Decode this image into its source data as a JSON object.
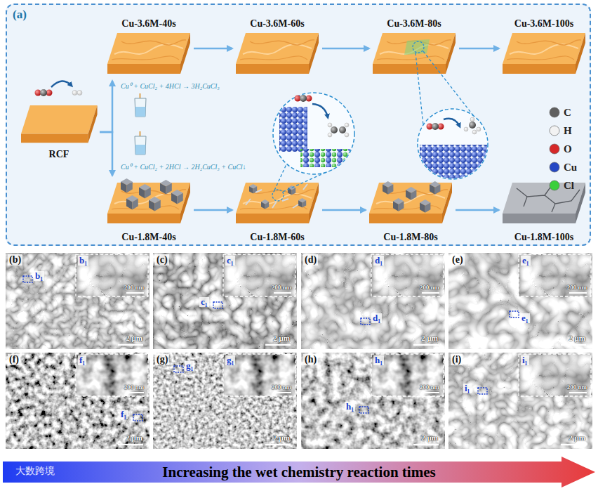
{
  "diagram": {
    "nodes": [
      {
        "text": [
          "(a)"
        ]
      },
      {
        "text": [
          "RCF"
        ],
        "in": 0
      },
      {
        "text": [
          "Cu-3.6M-40s"
        ],
        "in": 0
      },
      {
        "text": [
          "Cu-3.6M-60s"
        ],
        "in": 0
      },
      {
        "text": [
          "Cu-3.6M-80s"
        ],
        "in": 0
      },
      {
        "text": [
          "Cu-3.6M-100s"
        ],
        "in": 0
      },
      {
        "text": [
          "Cu-1.8M-40s"
        ],
        "in": 0
      },
      {
        "text": [
          "Cu-1.8M-60s"
        ],
        "in": 0
      },
      {
        "text": [
          "Cu-1.8M-80s"
        ],
        "in": 0
      },
      {
        "text": [
          "Cu-1.8M-100s"
        ],
        "in": 0
      },
      {
        "text": [
          "(b)",
          "b₁",
          "200 nm",
          "b₁",
          "2 μm"
        ]
      },
      {
        "text": [
          "(c)",
          "c₁",
          "200 nm",
          "c₁",
          "2 μm"
        ]
      },
      {
        "text": [
          "(d)",
          "d₁",
          "200 nm",
          "d₁",
          "2 μm"
        ]
      },
      {
        "text": [
          "(e)",
          "e₁",
          "200 nm",
          "e₁",
          "2 μm"
        ]
      },
      {
        "text": [
          "(f)",
          "f₁",
          "200 nm",
          "f₁",
          "2 μm"
        ]
      },
      {
        "text": [
          "(g)",
          "g₁",
          "200 nm",
          "g₁",
          "2 μm"
        ]
      },
      {
        "text": [
          "(h)",
          "h₁",
          "200 nm",
          "h₁",
          "2 μm"
        ]
      },
      {
        "text": [
          "(i)",
          "i₁",
          "200 nm",
          "i₁",
          "2 μm"
        ]
      },
      {
        "text": [
          "Increasing the wet chemistry reaction times"
        ]
      }
    ],
    "edges": [
      {
        "from": 1,
        "to": 2,
        "arrow": "to"
      },
      {
        "from": 1,
        "to": 6,
        "arrow": "to"
      },
      {
        "from": 2,
        "to": 3,
        "arrow": "to"
      },
      {
        "from": 3,
        "to": 4,
        "arrow": "to"
      },
      {
        "from": 4,
        "to": 5,
        "arrow": "to"
      },
      {
        "from": 6,
        "to": 7,
        "arrow": "to"
      },
      {
        "from": 7,
        "to": 8,
        "arrow": "to"
      },
      {
        "from": 8,
        "to": 9,
        "arrow": "to"
      }
    ],
    "labels": [
      "Cu⁰ + CuCl₂ + 4HCl → 3H₂CuCl₃",
      "Cu⁰ + CuCl₂ + 2HCl → 2H₂CuCl₃ + CuCl↓",
      "大数跨境"
    ],
    "legend": [
      {
        "text": "C",
        "color": "#5f5f5f"
      },
      {
        "text": "H",
        "color": "#f2f2f2"
      },
      {
        "text": "O",
        "color": "#d62828"
      },
      {
        "text": "Cu",
        "color": "#2447c4"
      },
      {
        "text": "Cl",
        "color": "#3ccf3c"
      }
    ]
  }
}
